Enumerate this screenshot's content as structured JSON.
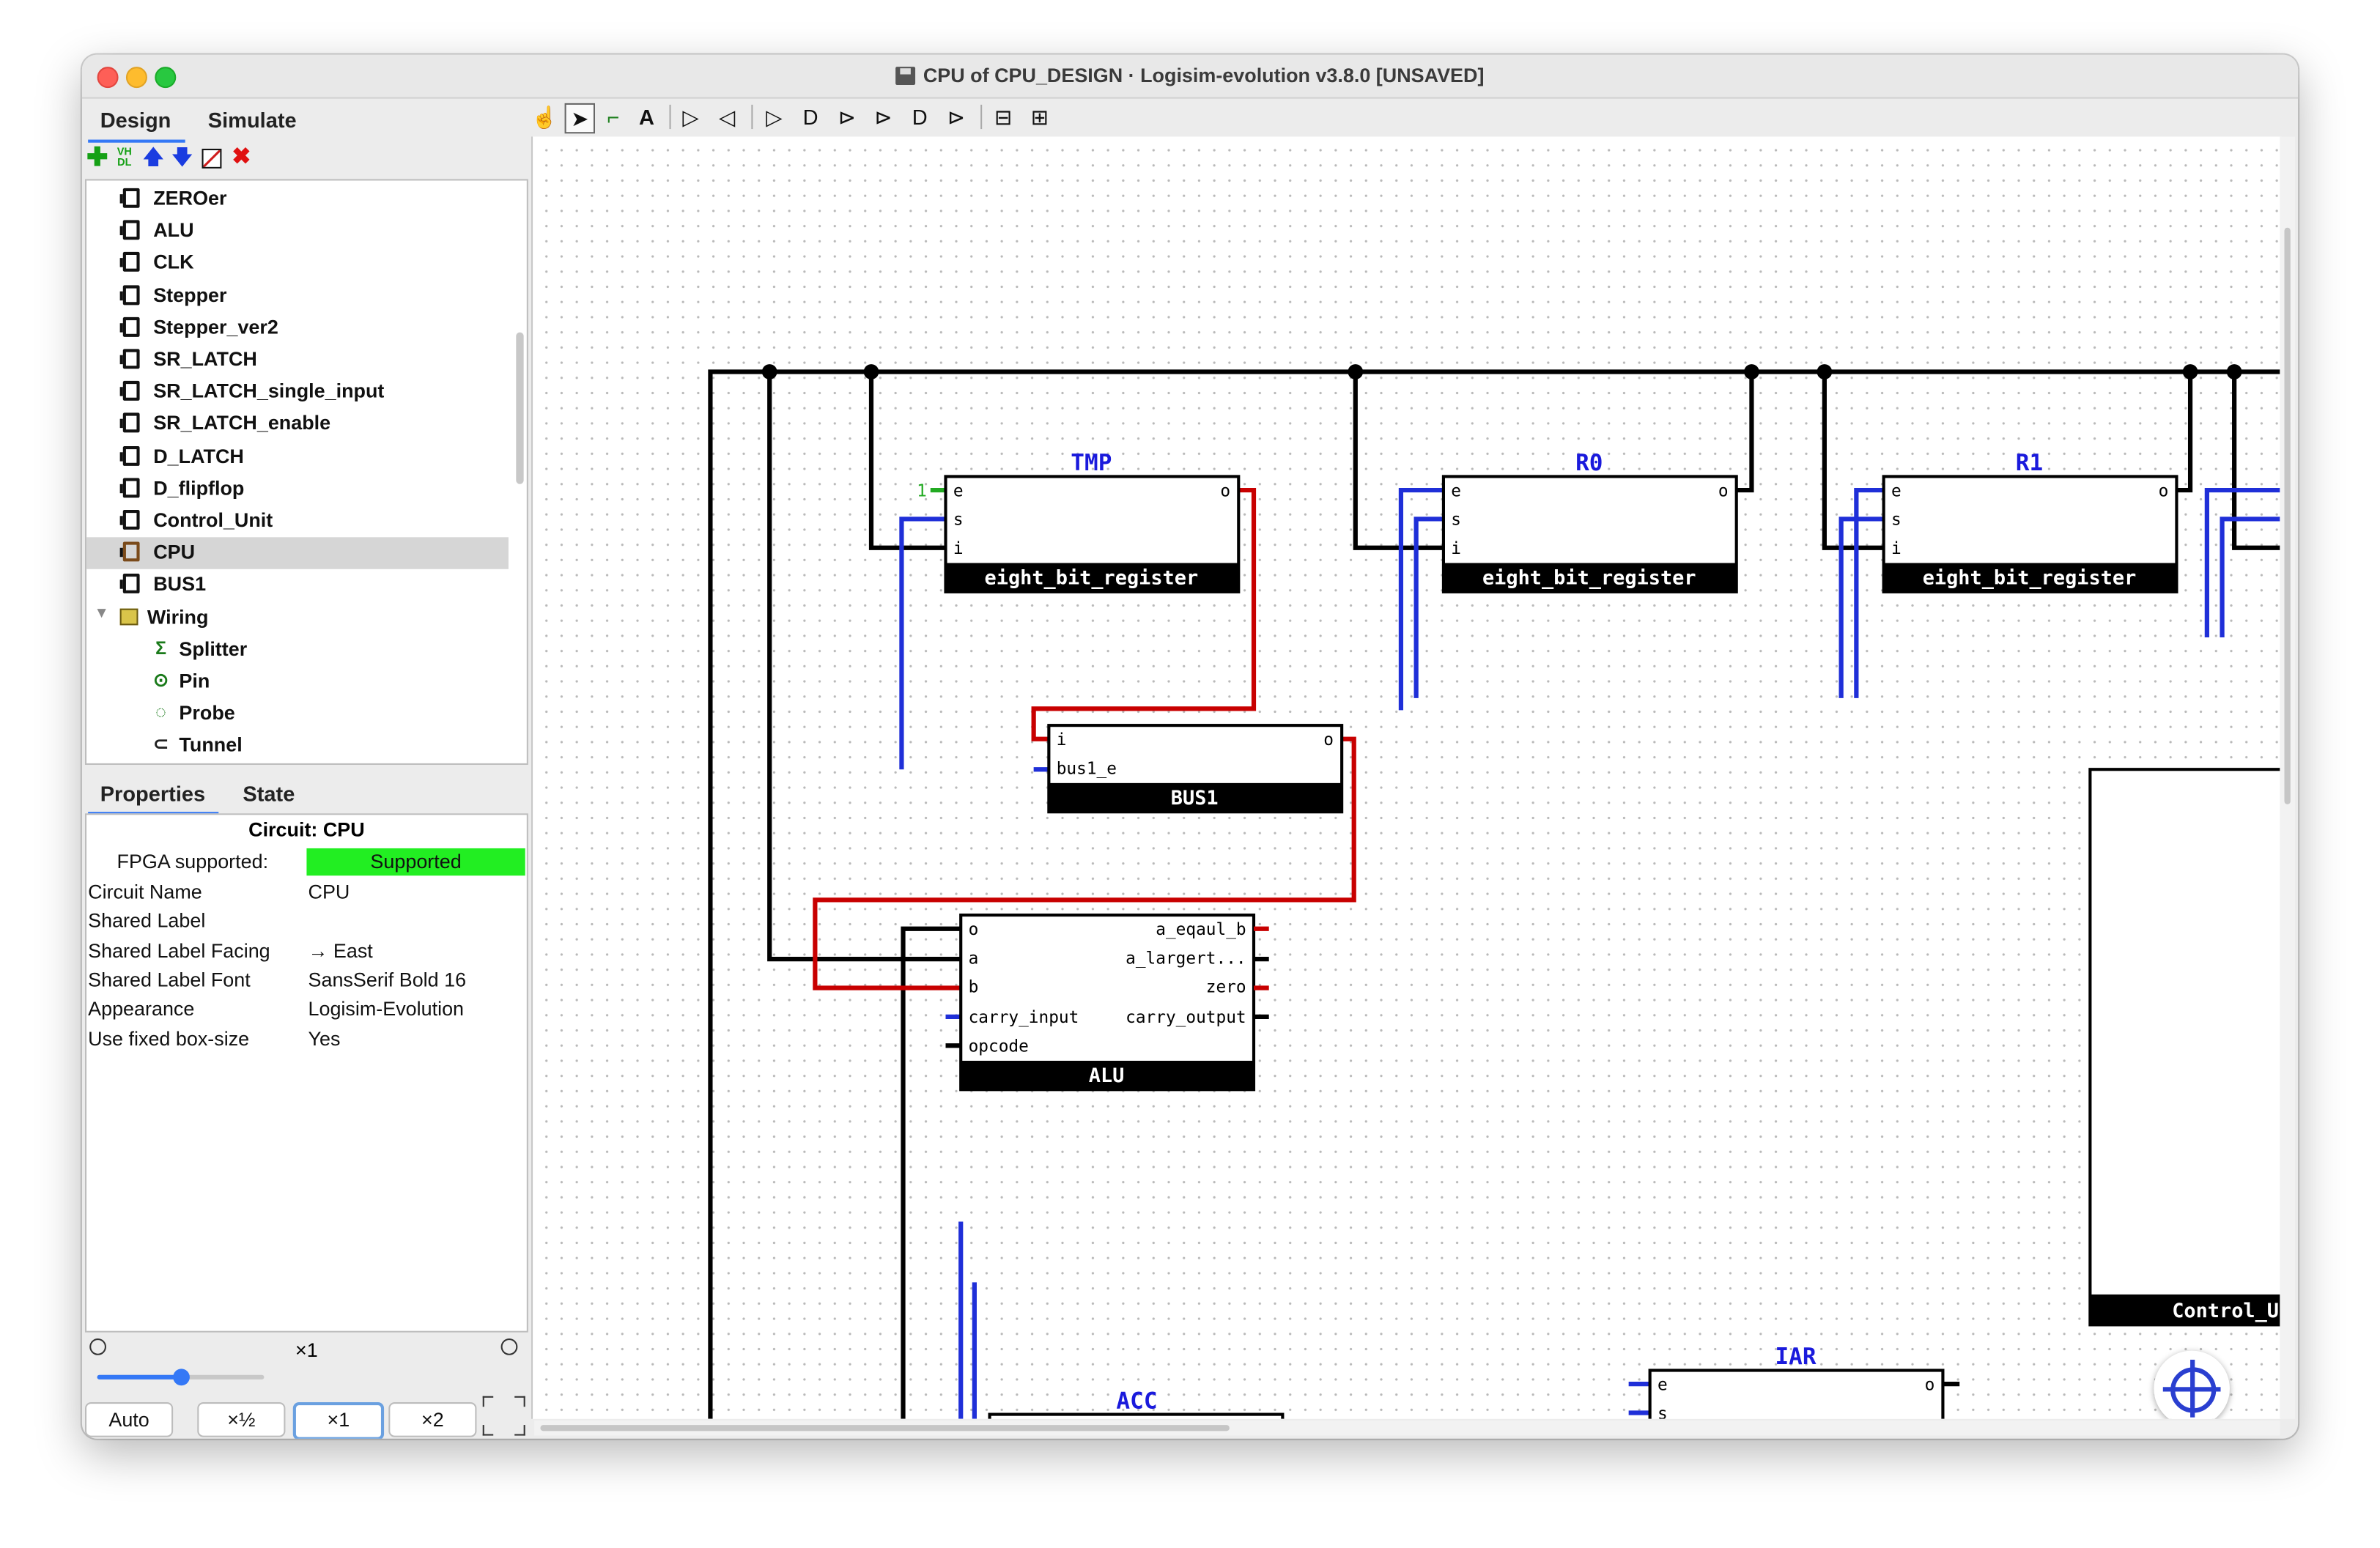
{
  "window": {
    "title": "CPU of CPU_DESIGN · Logisim-evolution v3.8.0 [UNSAVED]"
  },
  "left_tabs": {
    "design": "Design",
    "simulate": "Simulate"
  },
  "left_toolbar": {
    "icons": [
      "add-circuit-icon",
      "vhdl-icon",
      "move-up-icon",
      "move-down-icon",
      "edit-appearance-icon",
      "delete-icon"
    ],
    "vhdl_text": "VH\nDL"
  },
  "tree": {
    "items": [
      {
        "label": "ZEROer",
        "type": "circuit"
      },
      {
        "label": "ALU",
        "type": "circuit"
      },
      {
        "label": "CLK",
        "type": "circuit"
      },
      {
        "label": "Stepper",
        "type": "circuit"
      },
      {
        "label": "Stepper_ver2",
        "type": "circuit"
      },
      {
        "label": "SR_LATCH",
        "type": "circuit"
      },
      {
        "label": "SR_LATCH_single_input",
        "type": "circuit"
      },
      {
        "label": "SR_LATCH_enable",
        "type": "circuit"
      },
      {
        "label": "D_LATCH",
        "type": "circuit"
      },
      {
        "label": "D_flipflop",
        "type": "circuit"
      },
      {
        "label": "Control_Unit",
        "type": "circuit"
      },
      {
        "label": "CPU",
        "type": "circuit",
        "selected": true
      },
      {
        "label": "BUS1",
        "type": "circuit"
      }
    ],
    "folder": {
      "label": "Wiring"
    },
    "wiring_items": [
      {
        "label": "Splitter",
        "icon": "splitter-icon"
      },
      {
        "label": "Pin",
        "icon": "pin-icon"
      },
      {
        "label": "Probe",
        "icon": "probe-icon"
      },
      {
        "label": "Tunnel",
        "icon": "tunnel-icon"
      }
    ]
  },
  "prop_tabs": {
    "properties": "Properties",
    "state": "State"
  },
  "properties": {
    "header": "Circuit: CPU",
    "fpga_label": "FPGA supported:",
    "fpga_value": "Supported",
    "rows": [
      {
        "key": "Circuit Name",
        "value": "CPU"
      },
      {
        "key": "Shared Label",
        "value": ""
      },
      {
        "key": "Shared Label Facing",
        "value": "→ East"
      },
      {
        "key": "Shared Label Font",
        "value": "SansSerif Bold 16"
      },
      {
        "key": "Appearance",
        "value": "Logisim-Evolution"
      },
      {
        "key": "Use fixed box-size",
        "value": "Yes"
      }
    ]
  },
  "zoom": {
    "value": "×1",
    "slider_fraction": 0.5,
    "buttons": [
      "Auto",
      "×½",
      "×1",
      "×2"
    ],
    "active": "×1"
  },
  "canvas": {
    "components": [
      {
        "label": "TMP",
        "name": "eight_bit_register",
        "inputs": [
          "e",
          "s",
          "i"
        ],
        "outputs": [
          "o"
        ]
      },
      {
        "label": "R0",
        "name": "eight_bit_register",
        "inputs": [
          "e",
          "s",
          "i"
        ],
        "outputs": [
          "o"
        ]
      },
      {
        "label": "R1",
        "name": "eight_bit_register",
        "inputs": [
          "e",
          "s",
          "i"
        ],
        "outputs": [
          "o"
        ]
      },
      {
        "label": "",
        "name": "BUS1",
        "inputs": [
          "i",
          "bus1_e"
        ],
        "outputs": [
          "o"
        ]
      },
      {
        "label": "",
        "name": "ALU",
        "inputs": [
          "o",
          "a",
          "b",
          "carry_input",
          "opcode"
        ],
        "outputs": [
          "a_eqaul_b",
          "a_largert...",
          "zero",
          "carry_output"
        ]
      },
      {
        "label": "ACC",
        "name": "",
        "inputs": [],
        "outputs": []
      },
      {
        "label": "IAR",
        "name": "",
        "inputs": [
          "e",
          "s"
        ],
        "outputs": [
          "o"
        ]
      },
      {
        "label": "",
        "name": "Control_Un",
        "inputs": [],
        "outputs": []
      }
    ],
    "constant_label": "1"
  },
  "colors": {
    "wire_black": "#000000",
    "wire_red": "#c80000",
    "wire_blue": "#1f2fd8",
    "label_blue": "#1a1adc",
    "supported_green": "#22ee22"
  }
}
